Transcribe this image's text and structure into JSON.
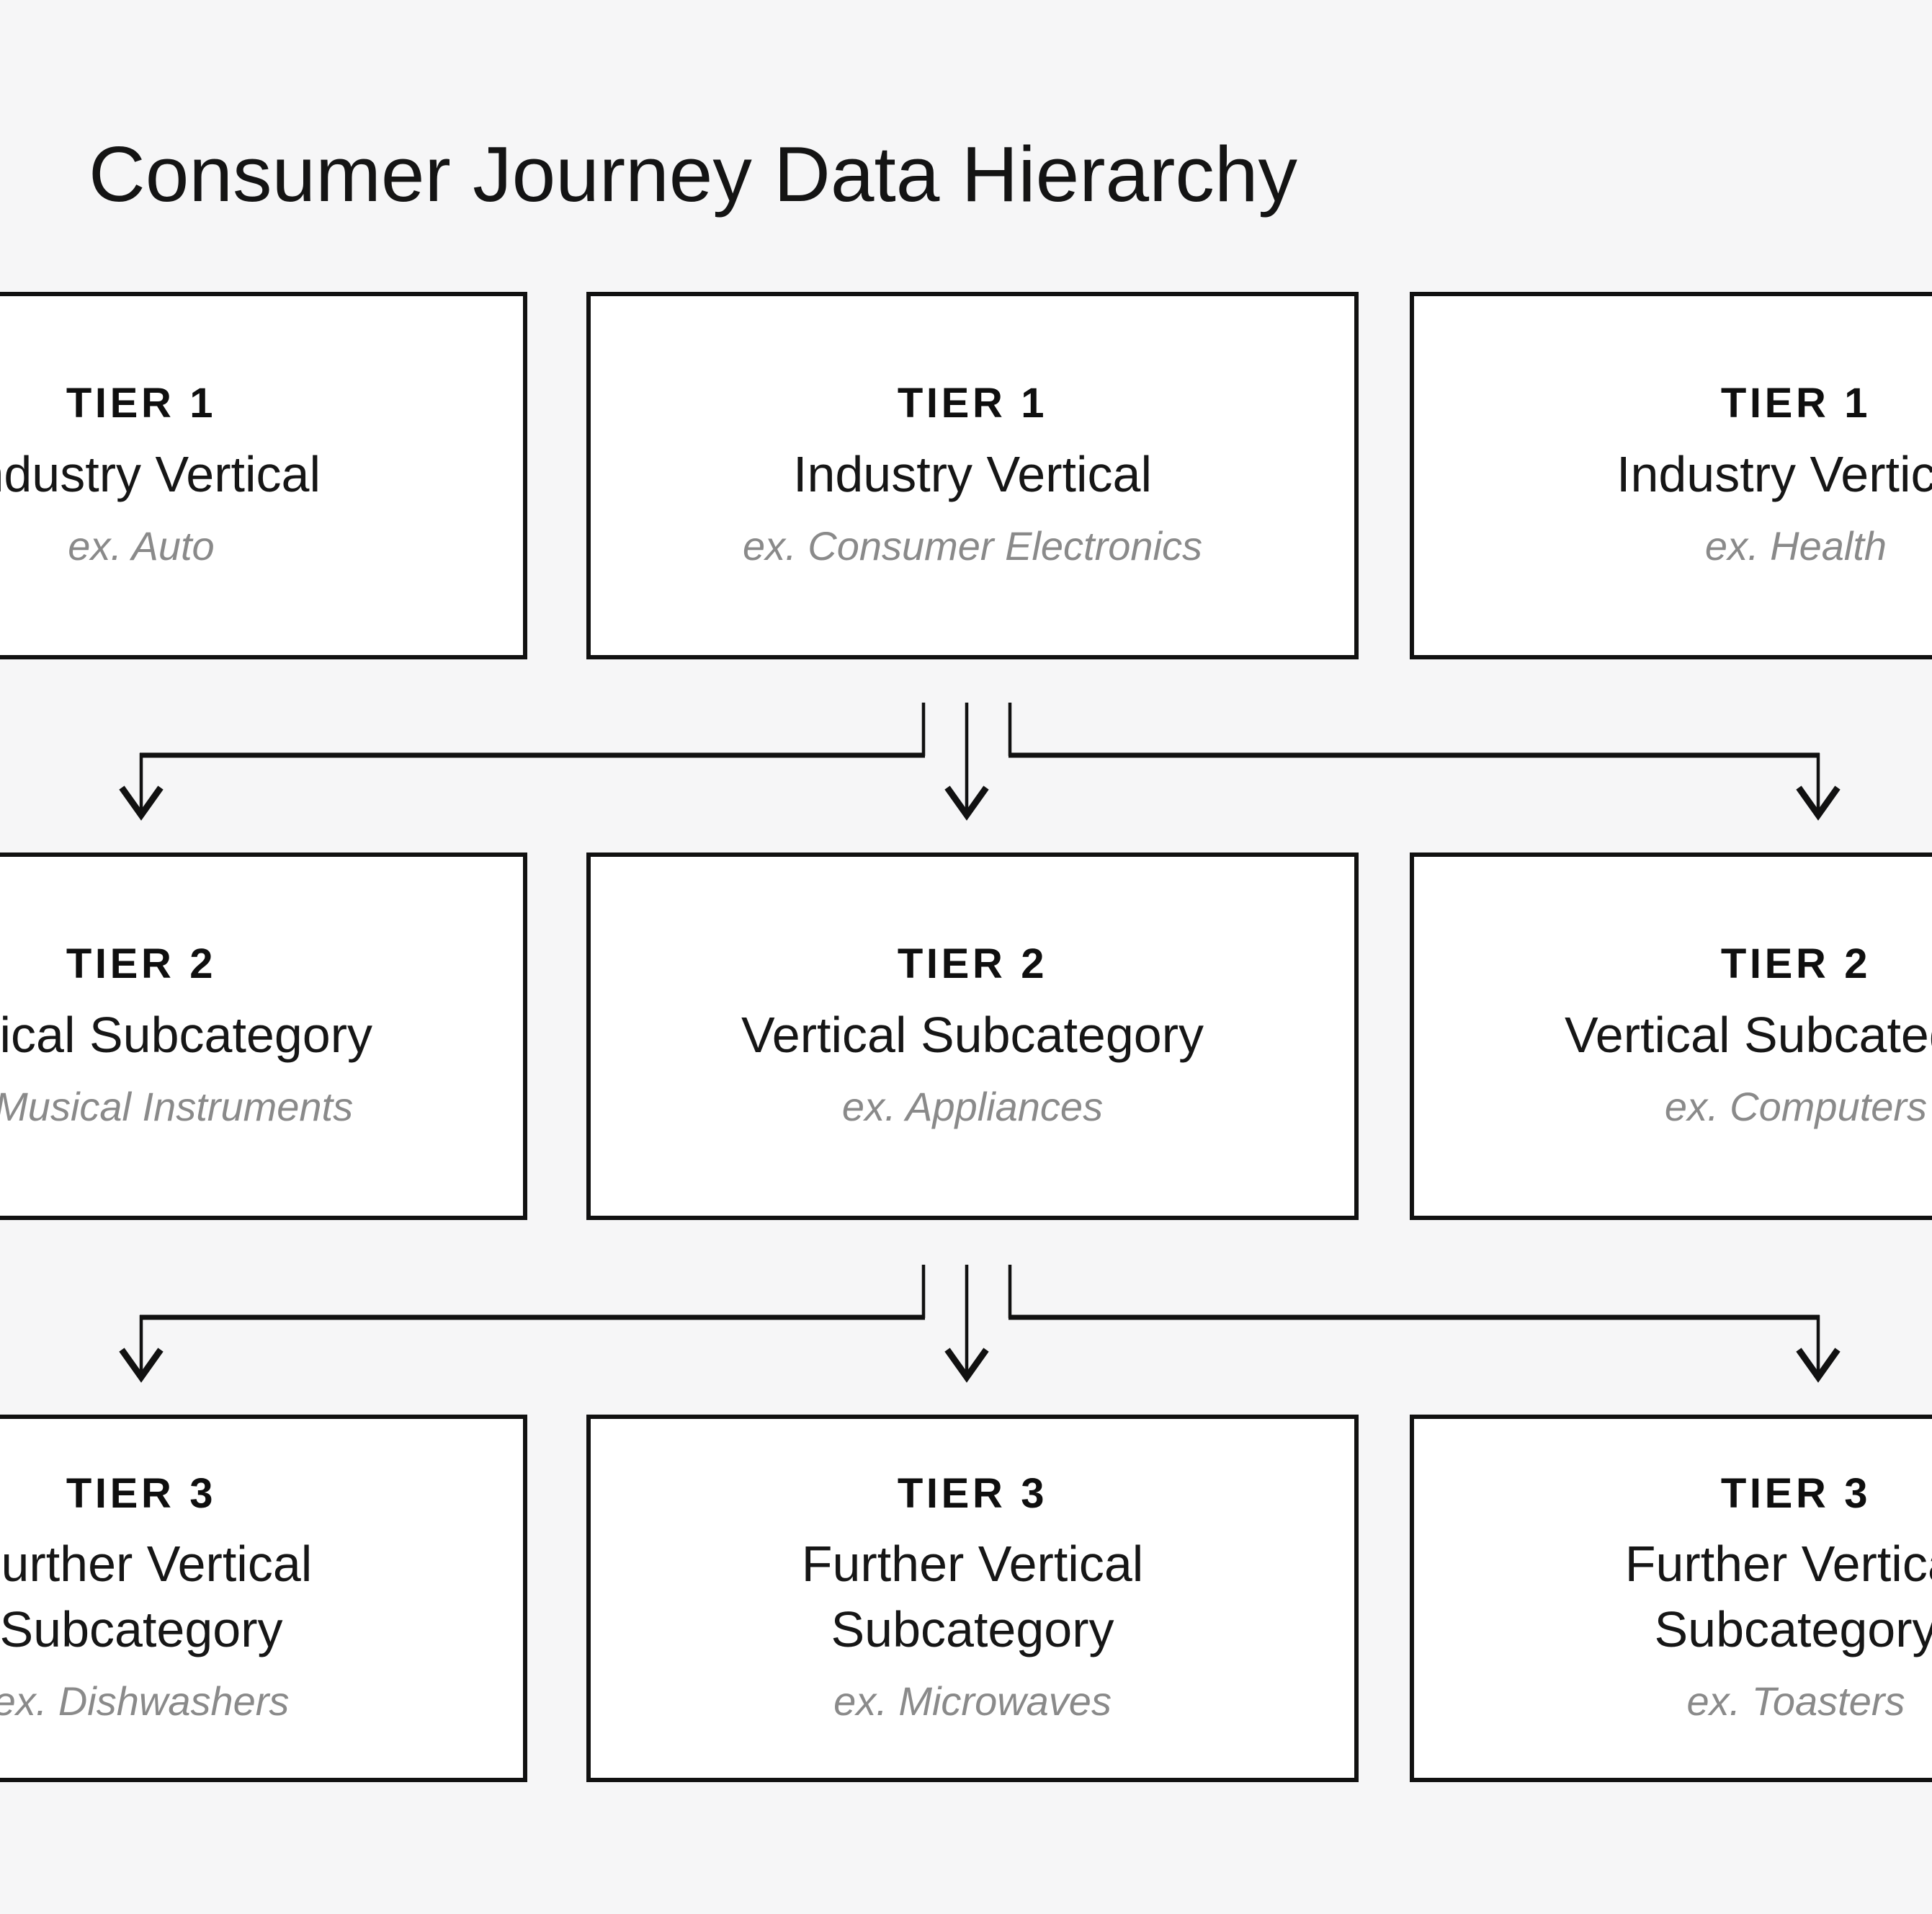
{
  "title": "Consumer Journey Data Hierarchy",
  "colors": {
    "background": "#f6f6f7",
    "box_fill": "#ffffff",
    "line_and_border": "#111111",
    "heading_text": "#161616",
    "example_text": "#8a8a8a"
  },
  "tiers": [
    {
      "level": "TIER 1",
      "boxes": [
        {
          "tier_label": "TIER 1",
          "heading": "Industry Vertical",
          "example": "ex. Auto"
        },
        {
          "tier_label": "TIER 1",
          "heading": "Industry Vertical",
          "example": "ex. Consumer Electronics"
        },
        {
          "tier_label": "TIER 1",
          "heading": "Industry Vertical",
          "example": "ex. Health"
        }
      ]
    },
    {
      "level": "TIER 2",
      "boxes": [
        {
          "tier_label": "TIER 2",
          "heading": "Vertical Subcategory",
          "example": "ex. Musical Instruments"
        },
        {
          "tier_label": "TIER 2",
          "heading": "Vertical Subcategory",
          "example": "ex. Appliances"
        },
        {
          "tier_label": "TIER 2",
          "heading": "Vertical Subcategory",
          "example": "ex. Computers"
        }
      ]
    },
    {
      "level": "TIER 3",
      "boxes": [
        {
          "tier_label": "TIER 3",
          "heading": "Further Vertical Subcategory",
          "example": "ex. Dishwashers"
        },
        {
          "tier_label": "TIER 3",
          "heading": "Further Vertical Subcategory",
          "example": "ex. Microwaves"
        },
        {
          "tier_label": "TIER 3",
          "heading": "Further Vertical Subcategory",
          "example": "ex. Toasters"
        }
      ]
    }
  ]
}
